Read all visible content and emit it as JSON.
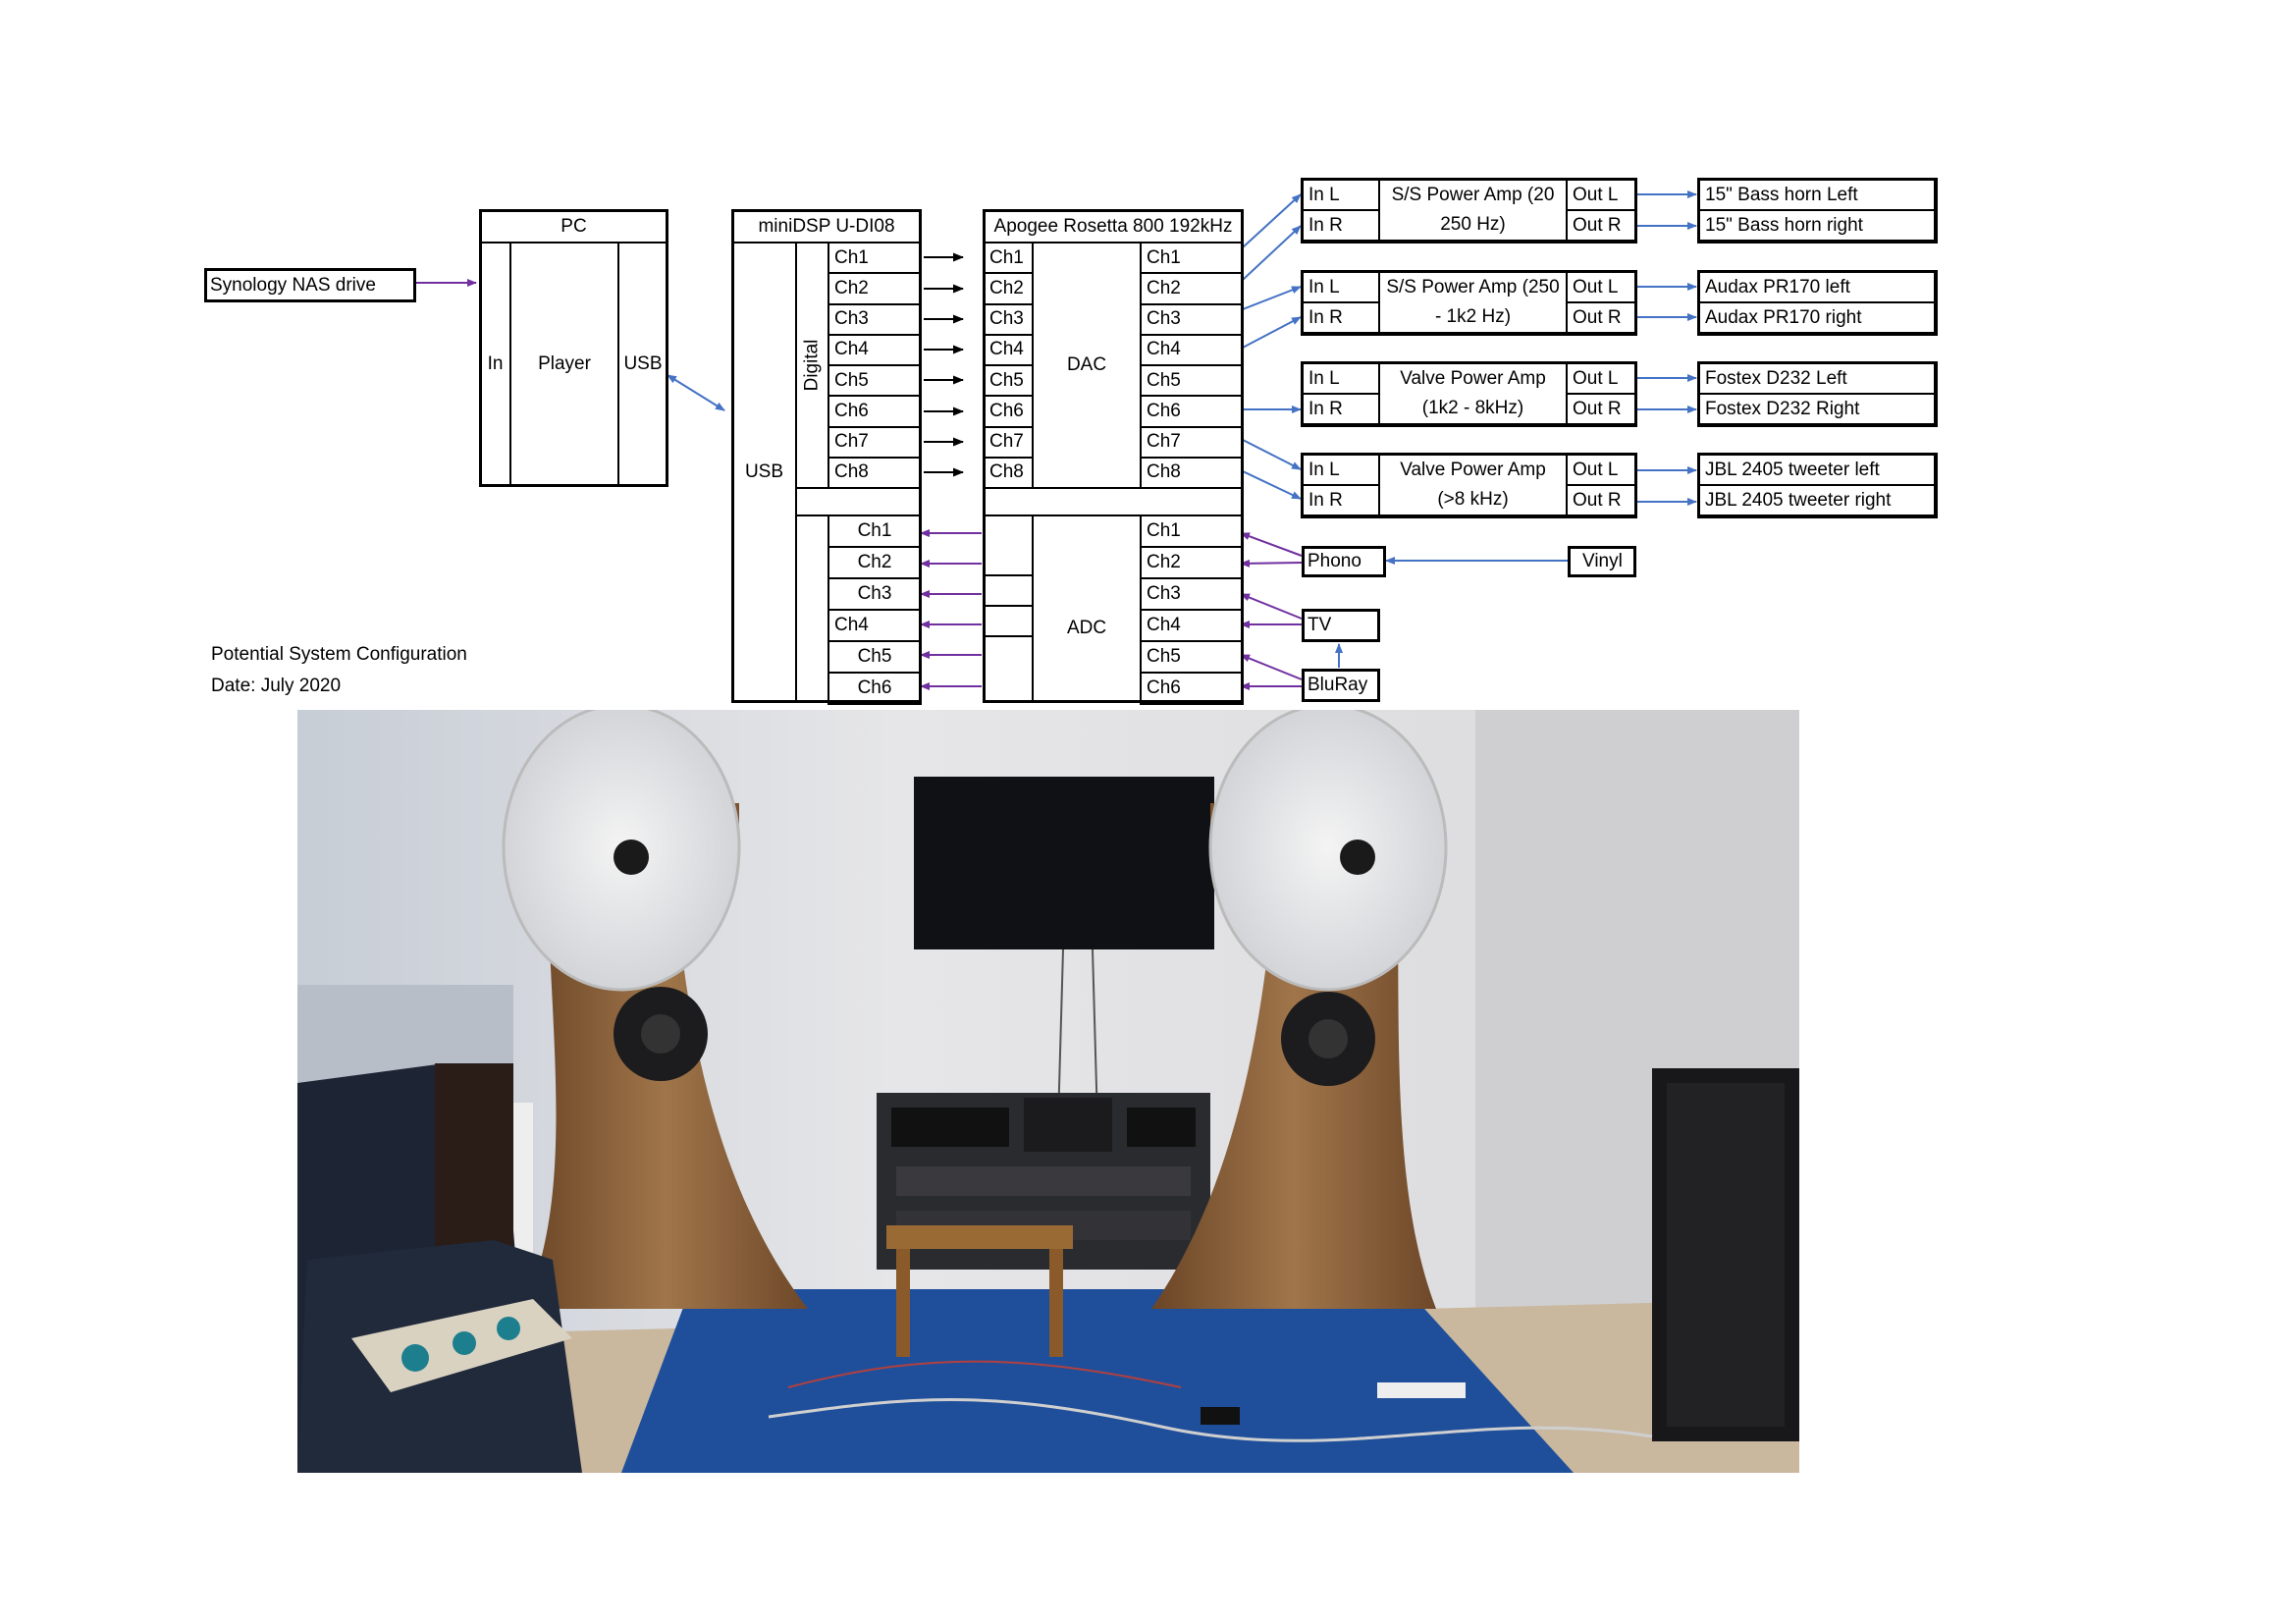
{
  "nas": {
    "label": "Synology NAS drive"
  },
  "pc": {
    "title": "PC",
    "in": "In",
    "player": "Player",
    "usb": "USB"
  },
  "minidsp": {
    "title": "miniDSP U-DI08",
    "usb": "USB",
    "digital": "Digital",
    "out_channels": [
      "Ch1",
      "Ch2",
      "Ch3",
      "Ch4",
      "Ch5",
      "Ch6",
      "Ch7",
      "Ch8"
    ],
    "in_channels": [
      "Ch1",
      "Ch2",
      "Ch3",
      "Ch4",
      "Ch5",
      "Ch6"
    ]
  },
  "apogee": {
    "title": "Apogee Rosetta 800 192kHz",
    "dac": "DAC",
    "adc": "ADC",
    "dac_in": [
      "Ch1",
      "Ch2",
      "Ch3",
      "Ch4",
      "Ch5",
      "Ch6",
      "Ch7",
      "Ch8"
    ],
    "dac_out": [
      "Ch1",
      "Ch2",
      "Ch3",
      "Ch4",
      "Ch5",
      "Ch6",
      "Ch7",
      "Ch8"
    ],
    "adc_in": [
      "Ch1",
      "Ch2",
      "Ch3",
      "Ch4",
      "Ch5",
      "Ch6"
    ]
  },
  "amps": [
    {
      "in_l": "In L",
      "in_r": "In R",
      "name": "S/S Power Amp (20 250 Hz)",
      "out_l": "Out L",
      "out_r": "Out R",
      "speaker_l": "15\" Bass horn Left",
      "speaker_r": "15\" Bass horn right"
    },
    {
      "in_l": "In L",
      "in_r": "In R",
      "name": "S/S Power Amp (250 - 1k2 Hz)",
      "out_l": "Out L",
      "out_r": "Out R",
      "speaker_l": "Audax PR170 left",
      "speaker_r": "Audax PR170 right"
    },
    {
      "in_l": "In L",
      "in_r": "In R",
      "name": "Valve Power Amp (1k2 - 8kHz)",
      "out_l": "Out L",
      "out_r": "Out R",
      "speaker_l": "Fostex D232 Left",
      "speaker_r": "Fostex D232 Right"
    },
    {
      "in_l": "In L",
      "in_r": "In R",
      "name": "Valve Power Amp (>8 kHz)",
      "out_l": "Out L",
      "out_r": "Out R",
      "speaker_l": "JBL 2405 tweeter left",
      "speaker_r": "JBL 2405 tweeter right"
    }
  ],
  "sources": {
    "phono": "Phono",
    "vinyl": "Vinyl",
    "tv": "TV",
    "bluray": "BluRay"
  },
  "caption": {
    "line1": "Potential System Configuration",
    "line2": "Date: July 2020"
  },
  "colors": {
    "purple": "#7030a0",
    "blue": "#4472c4",
    "black": "#000000"
  }
}
